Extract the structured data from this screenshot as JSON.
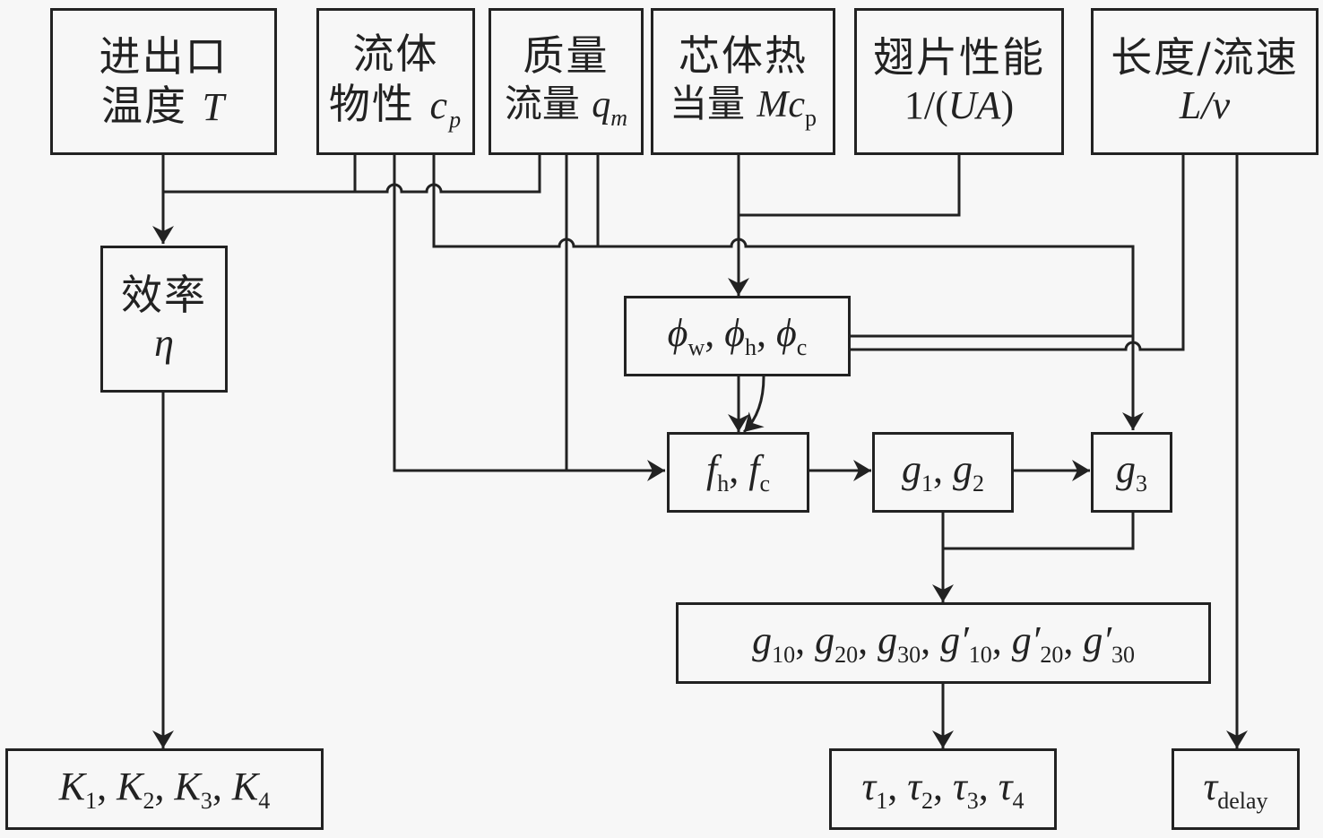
{
  "title": "Parameter dependency flow diagram",
  "inputs": {
    "temperature": {
      "line1": "进出口",
      "line2": "温度 ",
      "symbol": "T"
    },
    "fluid_property": {
      "line1": "流体",
      "line2": "物性 ",
      "symbol": "c",
      "sub": "p"
    },
    "mass_flow": {
      "line1": "质量",
      "line2": "流量 ",
      "symbol": "q",
      "sub": "m"
    },
    "core_heat": {
      "line1": "芯体热",
      "line2": "当量 ",
      "symbol": "Mc",
      "sub": "p"
    },
    "fin_performance": {
      "line1": "翅片性能",
      "line2_pre": "1/(",
      "symbol": "UA",
      "line2_post": ")"
    },
    "length_velocity": {
      "line1": "长度/流速",
      "symbol": "L/v"
    }
  },
  "nodes": {
    "efficiency": {
      "line1": "效率",
      "symbol": "η"
    },
    "phi": {
      "parts": [
        {
          "sym": "ϕ",
          "sub": "w",
          "sep": ", "
        },
        {
          "sym": "ϕ",
          "sub": "h",
          "sep": ", "
        },
        {
          "sym": "ϕ",
          "sub": "c",
          "sep": ""
        }
      ]
    },
    "f": {
      "parts": [
        {
          "sym": "f",
          "sub": "h",
          "sep": ", "
        },
        {
          "sym": "f",
          "sub": "c",
          "sep": ""
        }
      ]
    },
    "g12": {
      "parts": [
        {
          "sym": "g",
          "sub": "1",
          "sep": ", "
        },
        {
          "sym": "g",
          "sub": "2",
          "sep": ""
        }
      ]
    },
    "g3": {
      "parts": [
        {
          "sym": "g",
          "sub": "3",
          "sep": ""
        }
      ]
    },
    "g0": {
      "parts": [
        {
          "sym": "g",
          "sub": "10",
          "sep": ", "
        },
        {
          "sym": "g",
          "sub": "20",
          "sep": ", "
        },
        {
          "sym": "g",
          "sub": "30",
          "sep": ", "
        },
        {
          "sym": "g′",
          "sub": "10",
          "sep": ", "
        },
        {
          "sym": "g′",
          "sub": "20",
          "sep": ", "
        },
        {
          "sym": "g′",
          "sub": "30",
          "sep": ""
        }
      ]
    },
    "K": {
      "parts": [
        {
          "sym": "K",
          "sub": "1",
          "sep": ", "
        },
        {
          "sym": "K",
          "sub": "2",
          "sep": ", "
        },
        {
          "sym": "K",
          "sub": "3",
          "sep": ", "
        },
        {
          "sym": "K",
          "sub": "4",
          "sep": ""
        }
      ]
    },
    "tau": {
      "parts": [
        {
          "sym": "τ",
          "sub": "1",
          "sep": ", "
        },
        {
          "sym": "τ",
          "sub": "2",
          "sep": ", "
        },
        {
          "sym": "τ",
          "sub": "3",
          "sep": ", "
        },
        {
          "sym": "τ",
          "sub": "4",
          "sep": ""
        }
      ]
    },
    "tau_delay": {
      "parts": [
        {
          "sym": "τ",
          "sub": "delay",
          "sep": ""
        }
      ]
    }
  },
  "edges": [
    {
      "from": "temperature",
      "to": "efficiency"
    },
    {
      "from": "fluid_property",
      "to": "efficiency"
    },
    {
      "from": "mass_flow",
      "to": "efficiency"
    },
    {
      "from": "fluid_property",
      "to": "f"
    },
    {
      "from": "mass_flow",
      "to": "f"
    },
    {
      "from": "fluid_property",
      "to": "g3"
    },
    {
      "from": "mass_flow",
      "to": "g3"
    },
    {
      "from": "core_heat",
      "to": "phi"
    },
    {
      "from": "fin_performance",
      "to": "phi"
    },
    {
      "from": "phi",
      "to": "f"
    },
    {
      "from": "phi",
      "to": "g3"
    },
    {
      "from": "length_velocity",
      "to": "g3"
    },
    {
      "from": "length_velocity",
      "to": "tau_delay"
    },
    {
      "from": "f",
      "to": "g12"
    },
    {
      "from": "g12",
      "to": "g3"
    },
    {
      "from": "g12",
      "to": "g0"
    },
    {
      "from": "g3",
      "to": "g0"
    },
    {
      "from": "g0",
      "to": "tau"
    },
    {
      "from": "efficiency",
      "to": "K"
    }
  ]
}
